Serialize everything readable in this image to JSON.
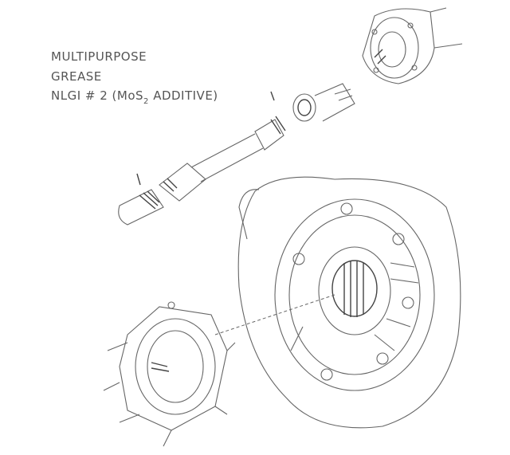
{
  "labels": {
    "line1": "MULTIPURPOSE",
    "line2": "GREASE",
    "line3_prefix": "NLGI # 2  (MoS",
    "line3_sub": "2",
    "line3_suffix": " ADDITIVE)"
  }
}
